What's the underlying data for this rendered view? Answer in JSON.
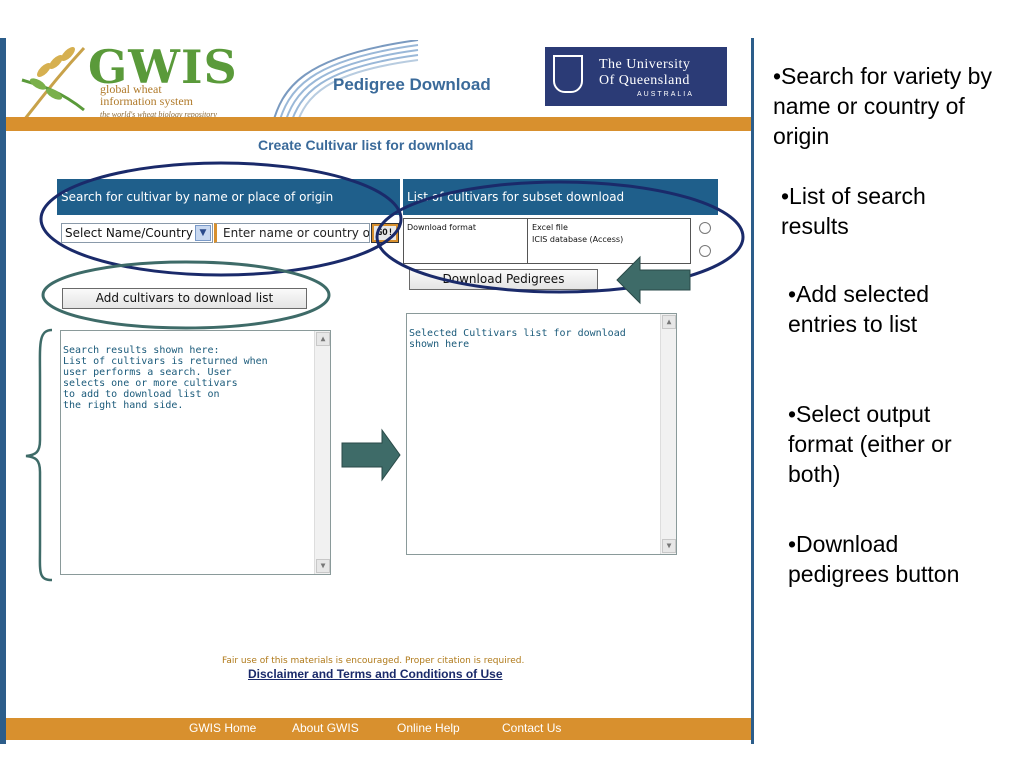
{
  "header": {
    "logo": {
      "name": "GWIS",
      "line1": "global wheat",
      "line2": "information system",
      "tagline": "the world's wheat biology repository"
    },
    "page_title": "Pedigree Download",
    "university": {
      "line1": "The University",
      "line2": "Of Queensland",
      "line3": "AUSTRALIA"
    }
  },
  "main": {
    "create_title": "Create Cultivar list for download",
    "search_panel": {
      "header": "Search for cultivar by name or place of origin",
      "select_value": "Select Name/Country",
      "input_value": "Enter name or country of",
      "go_label": "GO!"
    },
    "list_panel": {
      "header": "List of cultivars for subset download"
    },
    "format": {
      "label": "Download format",
      "options": [
        "Excel file",
        "ICIS database (Access)"
      ]
    },
    "download_button": "Download Pedigrees",
    "add_button": "Add cultivars to download list",
    "results_text": "Search results shown here:\nList of cultivars is returned when\nuser performs a search.  User\nselects one or more cultivars\nto add to download list on\nthe right hand side.",
    "selected_text": "Selected Cultivars list for download\n shown here"
  },
  "footer": {
    "fair_use": "Fair use of this materials is encouraged. Proper citation is required.",
    "disclaimer": "Disclaimer and Terms and Conditions of Use",
    "links": [
      "GWIS Home",
      "About GWIS",
      "Online Help",
      "Contact Us"
    ]
  },
  "annotations": [
    "•Search for variety by name or country of origin",
    "•List of search results",
    "•Add selected entries to list",
    "•Select output format (either or both)",
    "•Download pedigrees button"
  ],
  "colors": {
    "brand_blue": "#1f5f8b",
    "orange": "#d8902e",
    "annotation_navy": "#1a2a6a",
    "arrow_teal": "#3e6b68"
  }
}
